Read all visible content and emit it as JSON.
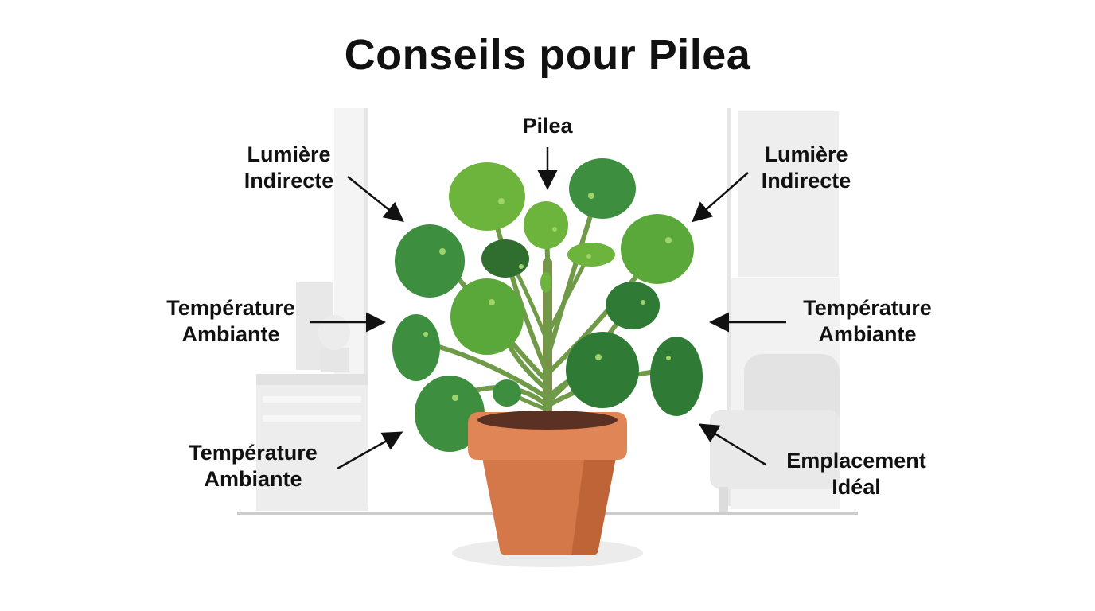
{
  "title": "Conseils pour Pilea",
  "labels": {
    "pilea": "Pilea",
    "light_left": {
      "line1": "Lumière",
      "line2": "Indirecte"
    },
    "light_right": {
      "line1": "Lumière",
      "line2": "Indirecte"
    },
    "temp_left": {
      "line1": "Température",
      "line2": "Ambiante"
    },
    "temp_right": {
      "line1": "Température",
      "line2": "Ambiante"
    },
    "temp_bottom_left": {
      "line1": "Température",
      "line2": "Ambiante"
    },
    "placement": {
      "line1": "Emplacement",
      "line2": "Idéal"
    }
  },
  "colors": {
    "leaf_dark": "#2f7a35",
    "leaf_mid": "#3d8f3f",
    "leaf_light": "#6db43c",
    "stem": "#6f9a48",
    "pot": "#d4784a",
    "pot_rim": "#e08556",
    "pot_shadow": "#bf6437",
    "background_furniture": "#ececec",
    "arrow": "#111111",
    "text": "#111111"
  }
}
